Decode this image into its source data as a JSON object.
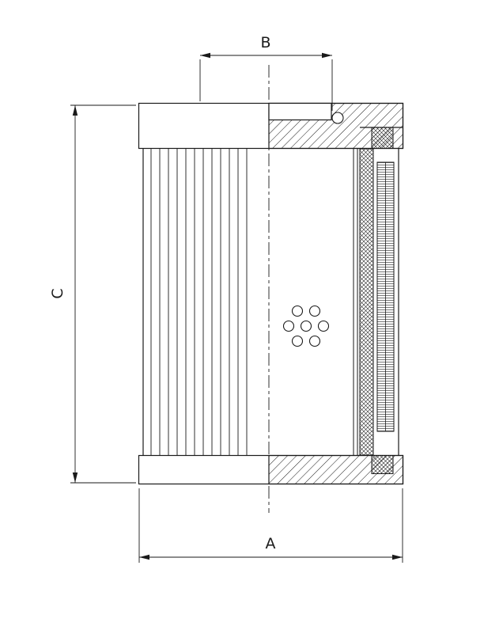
{
  "drawing": {
    "type": "technical-section-drawing",
    "dimensions": {
      "overall_width_label": "A",
      "port_width_label": "B",
      "overall_height_label": "C"
    },
    "colors": {
      "line": "#1a1a1a",
      "background": "#ffffff"
    }
  }
}
